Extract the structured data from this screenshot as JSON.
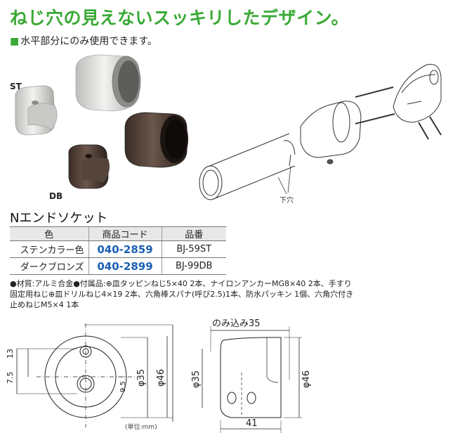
{
  "header": {
    "headline": "ねじ穴の見えないスッキリしたデザイン。",
    "note_marker": "■",
    "note": "水平部分にのみ使用できます。"
  },
  "photos": {
    "label_st": "ST",
    "label_db": "DB",
    "hole_label": "下穴"
  },
  "product": {
    "title": "Nエンドソケット",
    "columns": [
      "色",
      "商品コード",
      "品番"
    ],
    "rows": [
      {
        "color": "ステンカラー色",
        "code": "040-2859",
        "part": "BJ-59ST"
      },
      {
        "color": "ダークブロンズ",
        "code": "040-2899",
        "part": "BJ-99DB"
      }
    ]
  },
  "material": {
    "line1": "●材質:アルミ合金●付属品:⊕皿タッピンねじ5×40 2本、ナイロンアンカーMG8×40 2本、手すり",
    "line2": "固定用ねじ⊕皿ドリルねじ4×19 2本、六角棒スパナ(呼び2.5)1本、防水パッキン 1個、六角穴付き",
    "line3": "止めねじM5×4 1本"
  },
  "drawing": {
    "dim_13": "13",
    "dim_7_5": "7.5",
    "dim_9_5": "9.5",
    "dim_phi35_front": "φ35",
    "dim_phi46_front": "φ46",
    "dim_insert": "のみ込み35",
    "dim_phi35_side": "φ35",
    "dim_phi46_side": "φ46",
    "dim_41": "41",
    "unit": "(単位:mm)"
  },
  "colors": {
    "headline": "#3aa935",
    "code": "#1a5fb4",
    "silver": "#d9d9d6",
    "bronze": "#4a3a32"
  }
}
